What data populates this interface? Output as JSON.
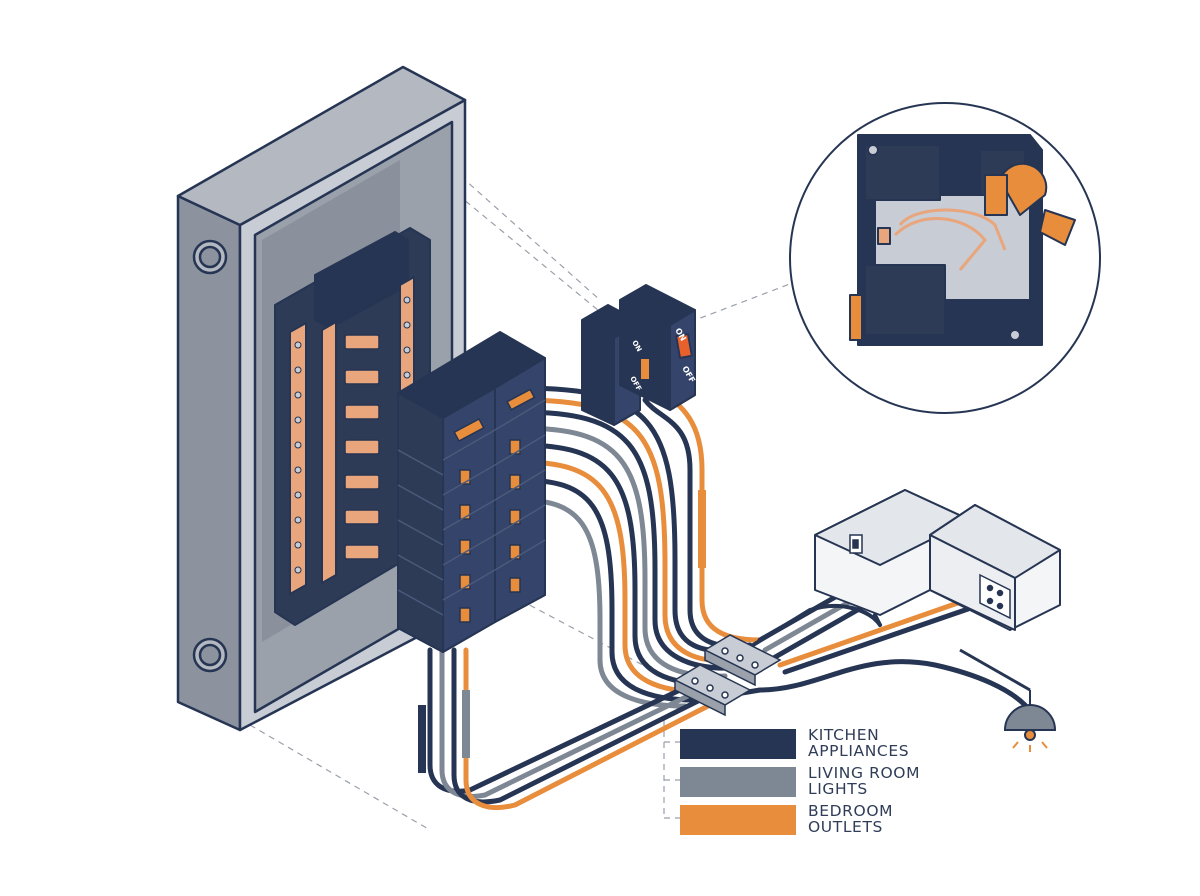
{
  "colors": {
    "navy": "#263553",
    "gray": "#7e8794",
    "orange": "#e88d3c",
    "copper": "#e9a57b",
    "panel_light": "#c8ccd4",
    "panel_mid": "#8c939e",
    "bg": "#ffffff"
  },
  "breaker_switch": {
    "on_label": "ON",
    "off_label": "OFF"
  },
  "legend": {
    "items": [
      {
        "label": "KITCHEN\nAPPLIANCES",
        "color": "#263553",
        "icon": "navy-swatch"
      },
      {
        "label": "LIVING ROOM\nLIGHTS",
        "color": "#7e8794",
        "icon": "gray-swatch"
      },
      {
        "label": "BEDROOM\nOUTLETS",
        "color": "#e88d3c",
        "icon": "orange-swatch"
      }
    ]
  },
  "icons": {
    "pendant_lamp": "pendant-lamp-icon",
    "outlet": "outlet-icon",
    "light_switch": "light-switch-icon",
    "breaker_detail": "breaker-cutaway-icon"
  }
}
